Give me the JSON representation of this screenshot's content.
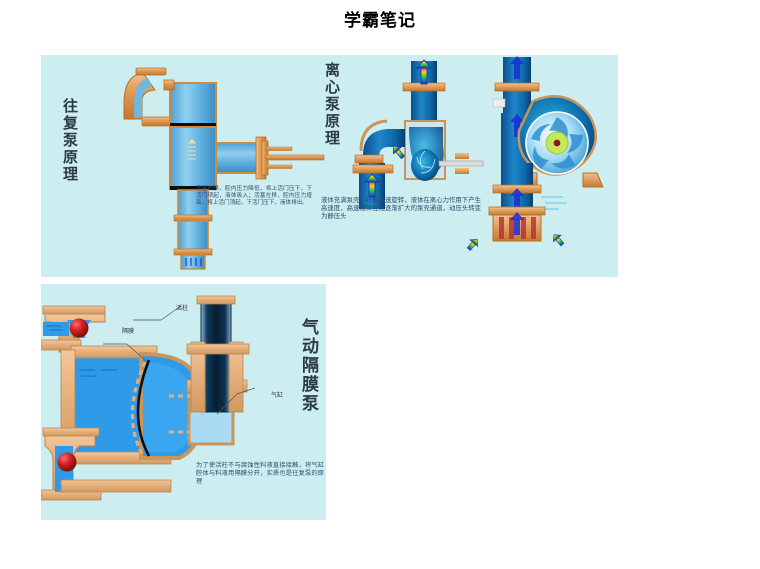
{
  "page": {
    "title": "学霸笔记",
    "background": "#ffffff"
  },
  "panels": {
    "background": "#cceef0",
    "reciprocating": {
      "title": "往复泵原理",
      "caption": "活塞右移，腔内压力降低，将上活门压下，下活门项起，液体吸入；活塞左移，腔内压力增高，将上活门顶起，下活门压下，液体排出。"
    },
    "centrifugal": {
      "title": "离心泵原理",
      "caption": "液体充满泵壳，叶轮高速旋转，液体在离心力作用下产生高速度，高速液体经过逐渐扩大的泵壳通道，动压头转变为静压头"
    },
    "diaphragm": {
      "title": "气动隔膜泵",
      "caption": "为了使活柱不与腐蚀性料液直接接触，将气缸腔体与料液用隔膜分开，实质也是往复泵的原理",
      "labels": {
        "plunger": "活柱",
        "diaphragm": "隔膜",
        "cylinder": "气缸"
      }
    }
  },
  "colors": {
    "panel_bg": "#cceef0",
    "copper": "#e09b54",
    "copper_light": "#edb583",
    "water_blue": "#59aee0",
    "deep_blue": "#0a6fb0",
    "impeller_green": "#b9e05a",
    "valve_red": "#bb1515",
    "arrow_blue": "#1a2fd0",
    "text_dark": "#2c3b47",
    "caption_blue": "#2d4b6b"
  }
}
